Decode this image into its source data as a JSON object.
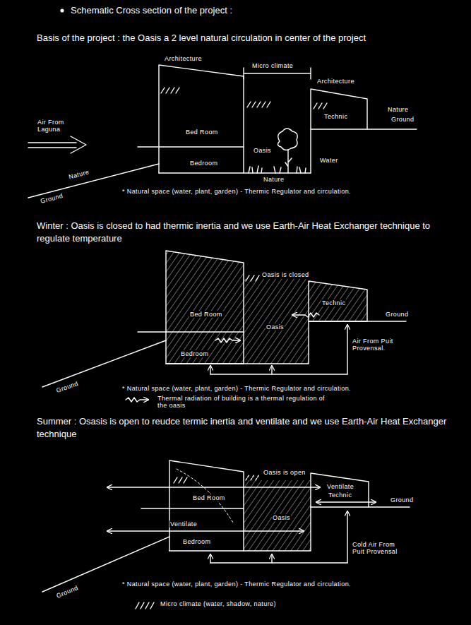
{
  "diagram": {
    "title": "Schematic Cross section of the project :",
    "labels": [
      "Basis of the project : the Oasis a 2 level natural circulation in center of the project",
      "Architecture",
      "Micro climate",
      "Architecture",
      "Air From Laguna",
      "Bed Room",
      "Technic",
      "Nature",
      "Ground",
      "Oasis",
      "Water",
      "Bedroom",
      "Nature",
      "Nature",
      "Ground",
      "* Natural space (water, plant, garden) - Thermic Regulator and circulation.",
      "Winter : Oasis is closed to had thermic inertia and we use Earth-Air Heat Exchanger technique to regulate temperature",
      "Bed Room",
      "Oasis is closed",
      "Oasis",
      "Technic",
      "Ground",
      "Bedroom",
      "Air From Puit Provensal.",
      "Ground",
      "* Natural space (water, plant, garden) - Thermic Regulator and circulation.",
      "Summer : Osasis is open to reudce termic inertia and ventilate and we use Earth-Air Heat Exchanger technique",
      "Oasis is open",
      "Bed Room",
      "Ventilate",
      "Technic",
      "Ventilate",
      "Oasis",
      "Ground",
      "Bedroom",
      "Cold Air From Puit Provensal",
      "Ground",
      "* Natural space (water, plant, garden) - Thermic Regulator and circulation."
    ],
    "legend": [
      {
        "text": "Thermal radiation of building is a thermal regulation of the oasis"
      },
      {
        "text": "Micro climate (water, shadow, nature)"
      }
    ]
  }
}
